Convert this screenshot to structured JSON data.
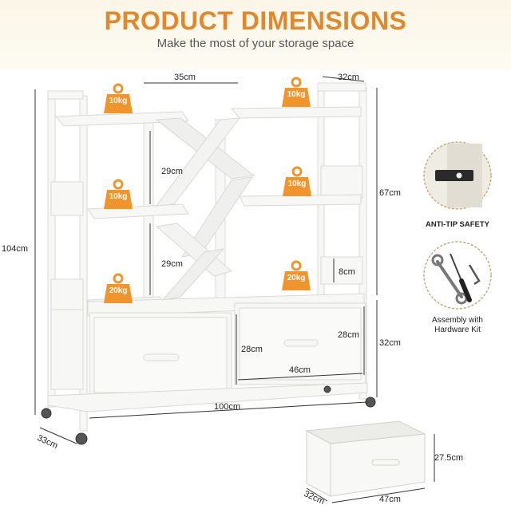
{
  "header": {
    "title": "PRODUCT DIMENSIONS",
    "subtitle": "Make the most of your storage space"
  },
  "dimensions": {
    "top_width": "35cm",
    "depth_top": "32cm",
    "overall_height": "104cm",
    "shelf_gap_upper": "29cm",
    "shelf_gap_lower": "29cm",
    "upper_section_height": "67cm",
    "drawer_section_height": "32cm",
    "shelf_lip": "8cm",
    "drawer_height_left": "28cm",
    "drawer_height_right": "28cm",
    "drawer_width": "46cm",
    "overall_width": "100cm",
    "overall_depth": "33cm",
    "bin_height": "27.5cm",
    "bin_depth": "32cm",
    "bin_width": "47cm"
  },
  "weights": {
    "top_left": "10kg",
    "top_right": "10kg",
    "middle_left": "10kg",
    "middle_right": "10kg",
    "bottom_left": "20kg",
    "bottom_right": "20kg"
  },
  "features": {
    "anti_tip": "ANTI-TIP SAFETY",
    "assembly_line1": "Assembly with",
    "assembly_line2": "Hardware Kit"
  },
  "colors": {
    "accent": "#f0952d",
    "title": "#e0882e"
  }
}
